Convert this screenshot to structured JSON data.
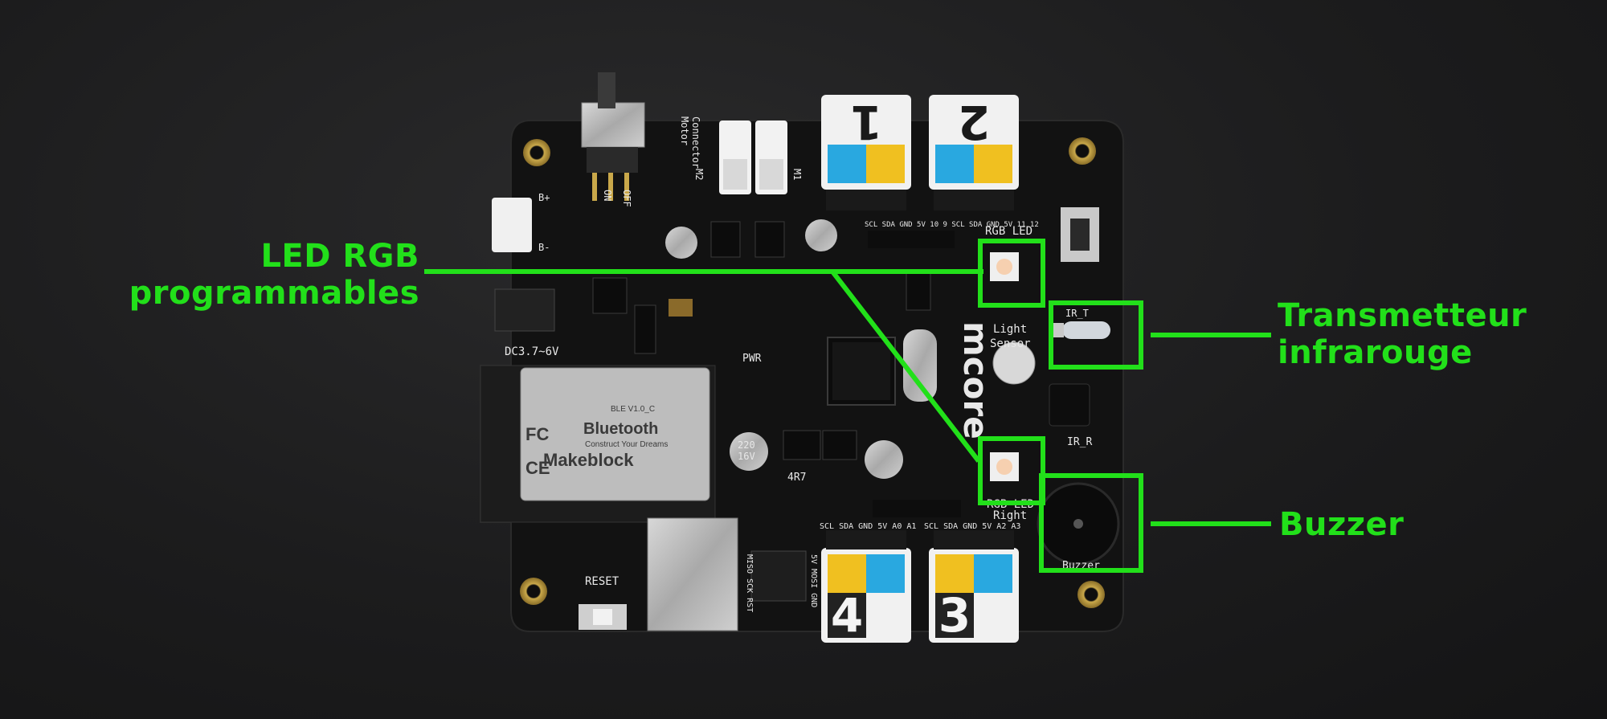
{
  "callouts": {
    "led": {
      "line1": "LED RGB",
      "line2": "programmables"
    },
    "ir": {
      "line1": "Transmetteur",
      "line2": "infrarouge"
    },
    "buzzer": {
      "line1": "Buzzer"
    }
  },
  "board": {
    "port_labels": [
      "1",
      "2",
      "3",
      "4"
    ],
    "silkscreen": {
      "on": "ON",
      "off": "OFF",
      "motor": "Motor",
      "connector": "Connector",
      "m1": "M1",
      "m2": "M2",
      "b_plus": "B+",
      "b_minus": "B-",
      "dc": "DC3.7~6V",
      "pwr": "PWR",
      "rgb_led": "RGB LED",
      "rgb_led_right": "RGB LED",
      "right": "Right",
      "light_sensor_1": "Light",
      "light_sensor_2": "Sensor",
      "ir_t": "IR_T",
      "ir_r": "IR_R",
      "buzzer": "Buzzer",
      "reset": "RESET",
      "mcore": "mcore",
      "bt_brand": "Makeblock",
      "bt_text": "Bluetooth",
      "bt_slogan": "Construct Your Dreams",
      "bt_ver": "BLE V1.0_C",
      "fc": "FC",
      "ce": "CE",
      "cap1": "220",
      "cap2": "16V",
      "res": "4R7",
      "header_top": "SCL SDA GND 5V  10  9   SCL SDA GND 5V  11  12",
      "header_bot_left": "SCL SDA GND 5V A0  A1",
      "header_bot_right": "SCL SDA GND 5V A2  A3",
      "isp": "5V MOSI GND",
      "isp2": "MISO SCK RST"
    }
  },
  "colors": {
    "callout_green": "#22e01a",
    "pcb": "#141414",
    "port_blue": "#29a8e0",
    "port_yellow": "#f0c020"
  }
}
